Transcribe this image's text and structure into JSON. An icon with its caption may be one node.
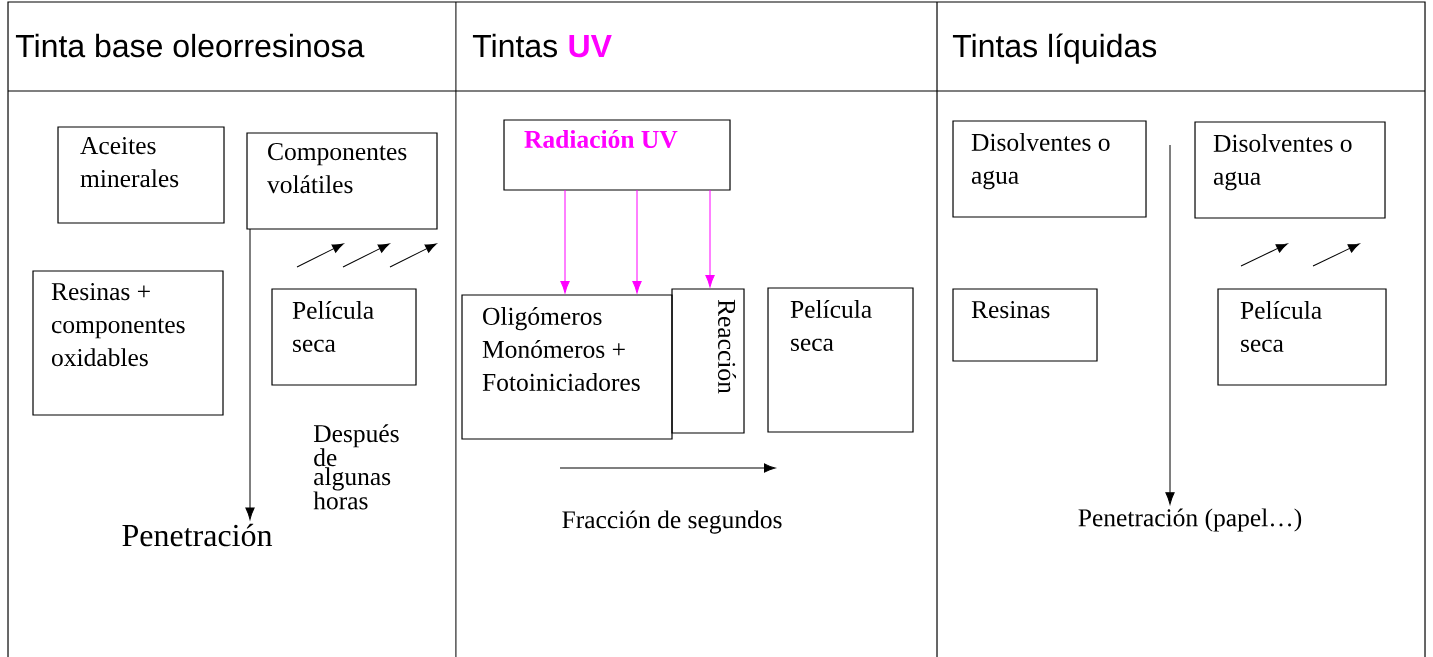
{
  "diagram": {
    "nodes": [
      {
        "text": [
          "Aceites minerales"
        ]
      },
      {
        "text": [
          "Componentes volátiles"
        ]
      },
      {
        "text": [
          "Resinas + componentes oxidables"
        ]
      },
      {
        "text": [
          "Película seca"
        ]
      },
      {
        "text": [
          "Penetración"
        ]
      },
      {
        "text": [
          "Radiación UV"
        ]
      },
      {
        "text": [
          "Oligómeros Monómeros + Fotoiniciadores"
        ]
      },
      {
        "text": [
          "Reacción"
        ]
      },
      {
        "text": [
          "Película seca"
        ]
      },
      {
        "text": [
          "Disolventes o agua"
        ]
      },
      {
        "text": [
          "Disolventes o agua"
        ]
      },
      {
        "text": [
          "Resinas"
        ]
      },
      {
        "text": [
          "Película seca"
        ]
      },
      {
        "text": [
          "Penetración (papel…)"
        ]
      }
    ],
    "edges": [
      {
        "from": 1,
        "to": 4,
        "arrow": "to",
        "color": "#000000"
      },
      {
        "from": 5,
        "to": 6,
        "arrow": "to",
        "color": "#ff00ff"
      },
      {
        "from": 5,
        "to": 6,
        "arrow": "to",
        "color": "#ff00ff"
      },
      {
        "from": 5,
        "to": 7,
        "arrow": "to",
        "color": "#ff00ff"
      },
      {
        "from": null,
        "to": 13,
        "arrow": "to",
        "color": "#000000"
      }
    ],
    "labels": [
      "Tinta base oleorresinosa",
      "Tintas",
      "UV",
      "Tintas líquidas",
      "Después de algunas horas",
      "Fracción de segundos"
    ]
  }
}
